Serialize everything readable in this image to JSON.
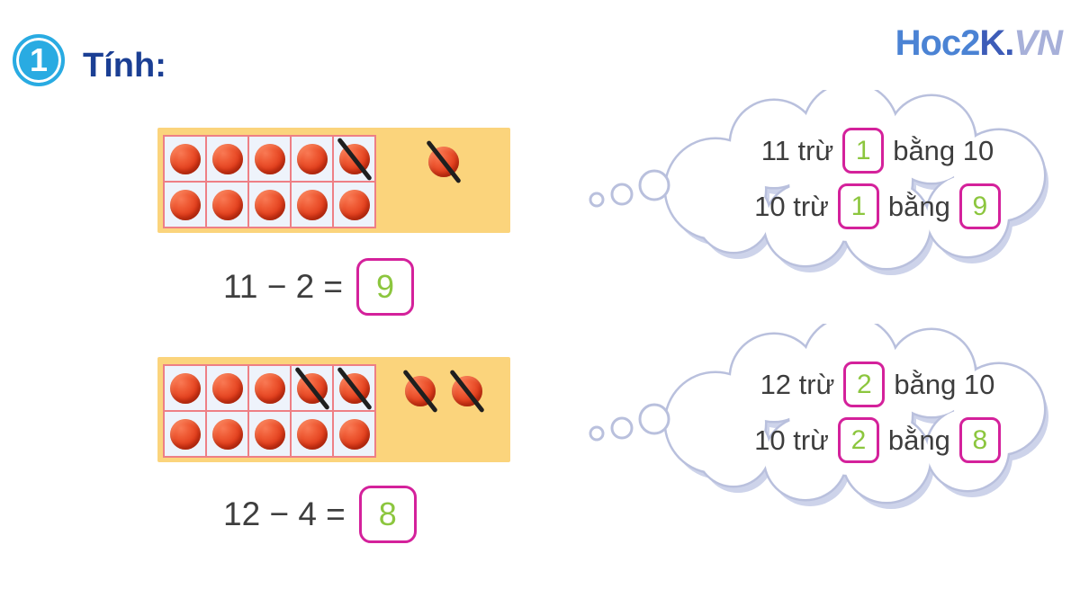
{
  "header": {
    "badge_number": "1",
    "title": "Tính:"
  },
  "logo": {
    "part1": "Hoc2",
    "part2": "K.",
    "part3": "VN"
  },
  "problems": [
    {
      "frame": {
        "rows": 2,
        "cols": 5,
        "slashed_cells": [
          4
        ],
        "outside_total": 1,
        "outside_slashed": 1
      },
      "equation": {
        "left": "11 − 2 =",
        "answer": "9"
      },
      "thought": {
        "line1_before": "11 trừ",
        "line1_box": "1",
        "line1_after": "bằng 10",
        "line2_before": "10 trừ",
        "line2_box1": "1",
        "line2_between": "bằng",
        "line2_box2": "9"
      }
    },
    {
      "frame": {
        "rows": 2,
        "cols": 5,
        "slashed_cells": [
          3,
          4
        ],
        "outside_total": 2,
        "outside_slashed": 2
      },
      "equation": {
        "left": "12 − 4 =",
        "answer": "8"
      },
      "thought": {
        "line1_before": "12 trừ",
        "line1_box": "2",
        "line1_after": "bằng 10",
        "line2_before": "10 trừ",
        "line2_box1": "2",
        "line2_between": "bằng",
        "line2_box2": "8"
      }
    }
  ],
  "colors": {
    "badge_blue": "#29abe2",
    "title_blue": "#1b3f94",
    "frame_yellow": "#fbd47c",
    "cell_bg": "#eef3fb",
    "cell_line_pink": "#ee7f85",
    "counter_red": "#e23f1d",
    "slash_black": "#1f1f1f",
    "box_magenta": "#d4219b",
    "answer_green": "#8cc63e",
    "equation_text": "#3e3e3e",
    "cloud_outline": "#b9c0dd",
    "cloud_shadow": "#cdd3ea",
    "logo_blue": "#4b83d4",
    "logo_dark_blue": "#3d5cb8",
    "logo_lavender": "#a7b0d9"
  }
}
